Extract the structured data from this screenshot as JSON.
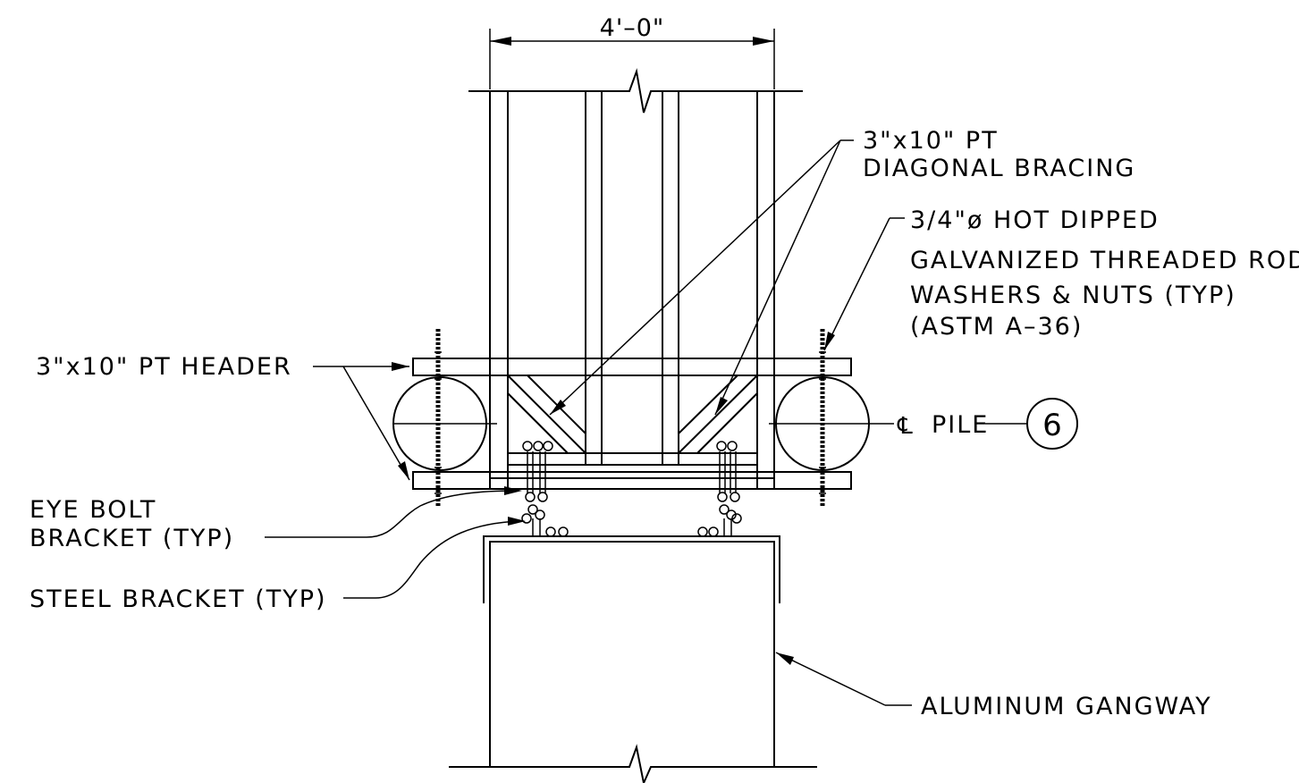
{
  "dimension": {
    "width_label": "4'–0\""
  },
  "labels": {
    "diagonal_bracing": [
      "3\"x10\" PT",
      "DIAGONAL BRACING"
    ],
    "threaded_rod": [
      "3/4\"ø HOT DIPPED",
      "GALVANIZED THREADED ROD",
      "WASHERS & NUTS (TYP)",
      "(ASTM A–36)"
    ],
    "header": "3\"x10\" PT HEADER",
    "centerline_symbol": "℄",
    "pile": "PILE",
    "pile_number": "6",
    "eye_bolt": [
      "EYE BOLT",
      "BRACKET (TYP)"
    ],
    "steel_bracket": "STEEL BRACKET (TYP)",
    "gangway": "ALUMINUM GANGWAY"
  }
}
